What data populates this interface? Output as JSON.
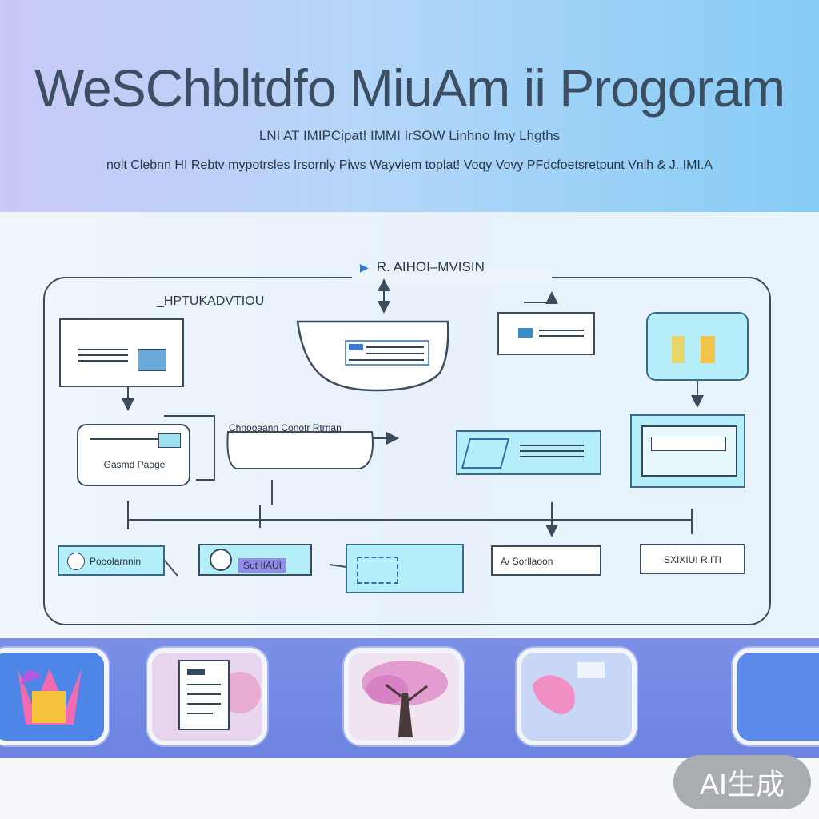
{
  "header": {
    "title": "WeSChbltdfo MiuAm ii Progoram",
    "subtitle": "LNI AT IMIPCipat! IMMI IrSOW Linhno Imy Lhgths",
    "tagline": "nolt Clebnn HI Rebtv mypotrsles Irsornly Piws Wayviem toplat! Voqy Vovy PFdcfoetsretpunt Vnlh & J. IMI.A"
  },
  "diagram": {
    "frame_title": "R. AIHOI–MVISIN",
    "section_label": "_HPTUKADVTIOU",
    "connector_label": "Chnooaann Conotr Rtrnan",
    "node_left_label": "Gasmd Paoge",
    "row_labels": [
      "Pooolarnnin",
      "Sut IIAUI",
      "A/ Sorllaoon",
      "SXIXIUI R.ITI"
    ]
  },
  "colors": {
    "header_left": "#c9c8f6",
    "header_right": "#86ccf6",
    "band": "#6c83e0",
    "node_cyan": "#b3eef9",
    "line": "#3d4c5c"
  },
  "icons": [
    "image-icon",
    "document-icon",
    "tree-icon",
    "map-icon",
    "blank-card-icon"
  ],
  "watermark": "AI生成"
}
